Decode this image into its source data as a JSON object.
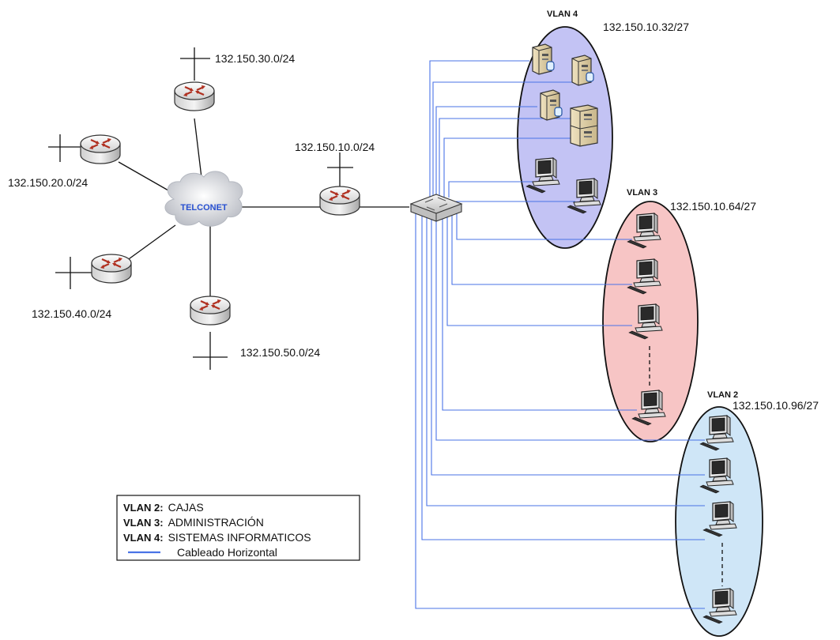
{
  "colors": {
    "cable": "#4a73e6",
    "vlan4_fill": "#c3c3f4",
    "vlan3_fill": "#f7c5c5",
    "vlan2_fill": "#cfe6f7",
    "cloud_text": "#2850d0"
  },
  "cloud": {
    "label": "TELCONET"
  },
  "networks": {
    "router_top": "132.150.30.0/24",
    "router_left": "132.150.20.0/24",
    "router_bottom_left": "132.150.40.0/24",
    "router_bottom": "132.150.50.0/24",
    "router_main": "132.150.10.0/24"
  },
  "vlans": {
    "vlan4": {
      "title": "VLAN 4",
      "subnet": "132.150.10.32/27"
    },
    "vlan3": {
      "title": "VLAN 3",
      "subnet": "132.150.10.64/27"
    },
    "vlan2": {
      "title": "VLAN 2",
      "subnet": "132.150.10.96/27"
    }
  },
  "legend": {
    "items": [
      {
        "key": "VLAN 2",
        "sep": ":",
        "value": "CAJAS"
      },
      {
        "key": "VLAN 3",
        "sep": ":",
        "value": "ADMINISTRACIÓN"
      },
      {
        "key": "VLAN 4",
        "sep": ":",
        "value": "SISTEMAS INFORMATICOS"
      }
    ],
    "line_label": "Cableado Horizontal"
  },
  "icons": {
    "router": "router-icon",
    "switch": "switch-icon",
    "server": "server-icon",
    "workstation": "workstation-icon",
    "cloud": "cloud-icon"
  }
}
